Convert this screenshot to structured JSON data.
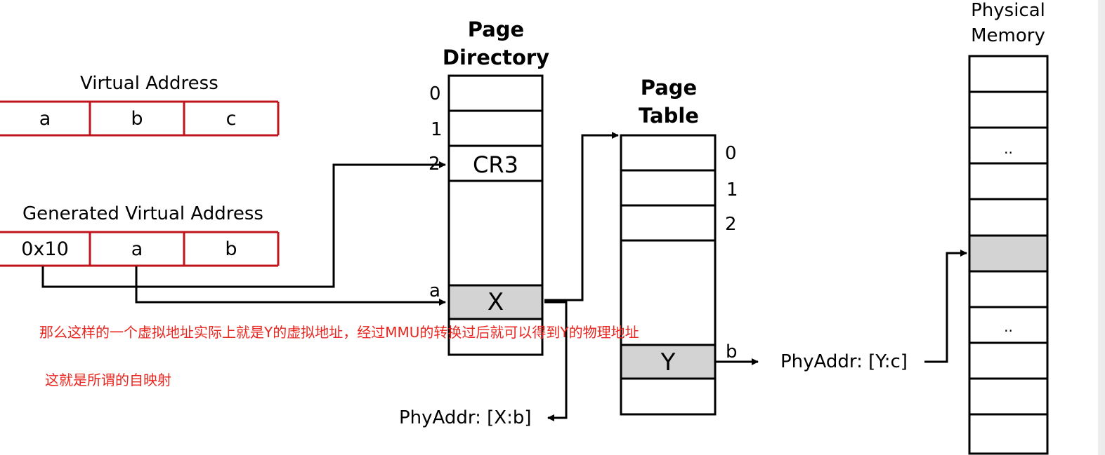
{
  "virtual_address": {
    "title": "Virtual Address",
    "fields": [
      "a",
      "b",
      "c"
    ]
  },
  "generated_virtual_address": {
    "title": "Generated Virtual Address",
    "fields": [
      "0x10",
      "a",
      "b"
    ]
  },
  "page_directory": {
    "title_line1": "Page",
    "title_line2": "Directory",
    "indices": [
      "0",
      "1",
      "2",
      "a"
    ],
    "cr3_label": "CR3",
    "entry_label": "X",
    "phy_addr": "PhyAddr: [X:b]"
  },
  "page_table": {
    "title_line1": "Page",
    "title_line2": "Table",
    "indices": [
      "0",
      "1",
      "2",
      "b"
    ],
    "entry_label": "Y",
    "phy_addr": "PhyAddr: [Y:c]"
  },
  "physical_memory": {
    "title_line1": "Physical",
    "title_line2": "Memory",
    "dots_upper": "..",
    "dots_lower": ".."
  },
  "annotations": {
    "line1": "那么这样的一个虚拟地址实际上就是Y的虚拟地址，经过MMU的转换过后就可以得到Y的物理地址",
    "line2": "这就是所谓的自映射"
  },
  "colors": {
    "field_border": "#c0141c",
    "annotation_text": "#e8261f",
    "highlight_fill": "#d3d3d3",
    "line": "#000000"
  }
}
